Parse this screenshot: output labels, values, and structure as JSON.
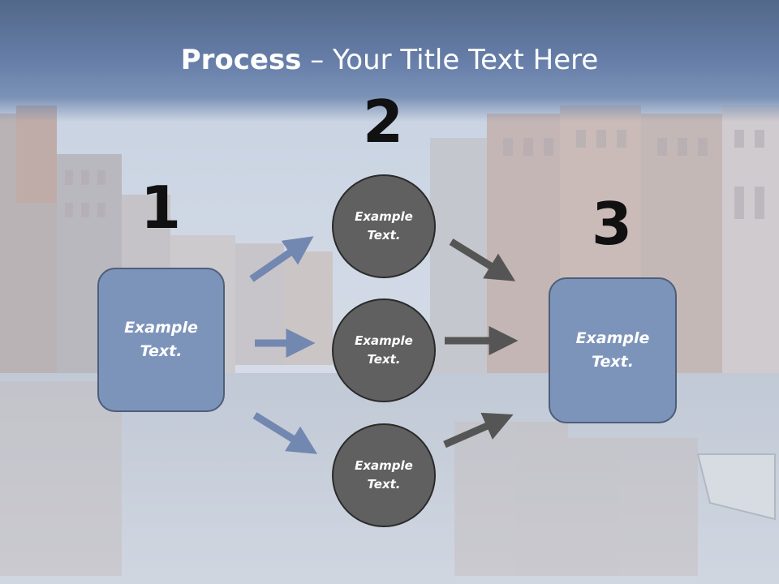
{
  "slide": {
    "title_bold": "Process",
    "title_rest": " – Your Title Text Here",
    "step_numbers": [
      "1",
      "2",
      "3"
    ],
    "left_box": {
      "line1": "Example",
      "line2": "Text."
    },
    "right_box": {
      "line1": "Example",
      "line2": "Text."
    },
    "circles": [
      {
        "line1": "Example",
        "line2": "Text."
      },
      {
        "line1": "Example",
        "line2": "Text."
      },
      {
        "line1": "Example",
        "line2": "Text."
      }
    ]
  },
  "colors": {
    "box_fill": "#7d94ba",
    "circle_fill": "#606060",
    "blue_arrow": "#7288b0",
    "gray_arrow": "#555555",
    "number_color": "#111111"
  }
}
